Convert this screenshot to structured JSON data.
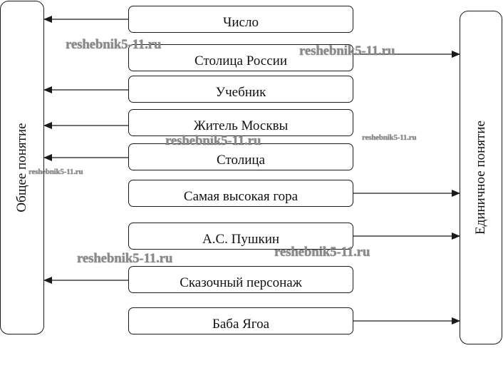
{
  "left_panel": {
    "label": "Общее понятие"
  },
  "right_panel": {
    "label": "Единичное понятие"
  },
  "items": [
    {
      "label": "Число",
      "direction": "left"
    },
    {
      "label": "Столица России",
      "direction": "right"
    },
    {
      "label": "Учебник",
      "direction": "left"
    },
    {
      "label": "Житель Москвы",
      "direction": "left"
    },
    {
      "label": "Столица",
      "direction": "left"
    },
    {
      "label": "Самая высокая гора",
      "direction": "right"
    },
    {
      "label": "А.С. Пушкин",
      "direction": "right"
    },
    {
      "label": "Сказочный персонаж",
      "direction": "left"
    },
    {
      "label": "Баба Ягоа",
      "direction": "right"
    }
  ],
  "watermark": {
    "text": "reshebnik5-11.ru"
  },
  "colors": {
    "line": "#1a1a1a",
    "watermark": "#8a8a8a"
  }
}
